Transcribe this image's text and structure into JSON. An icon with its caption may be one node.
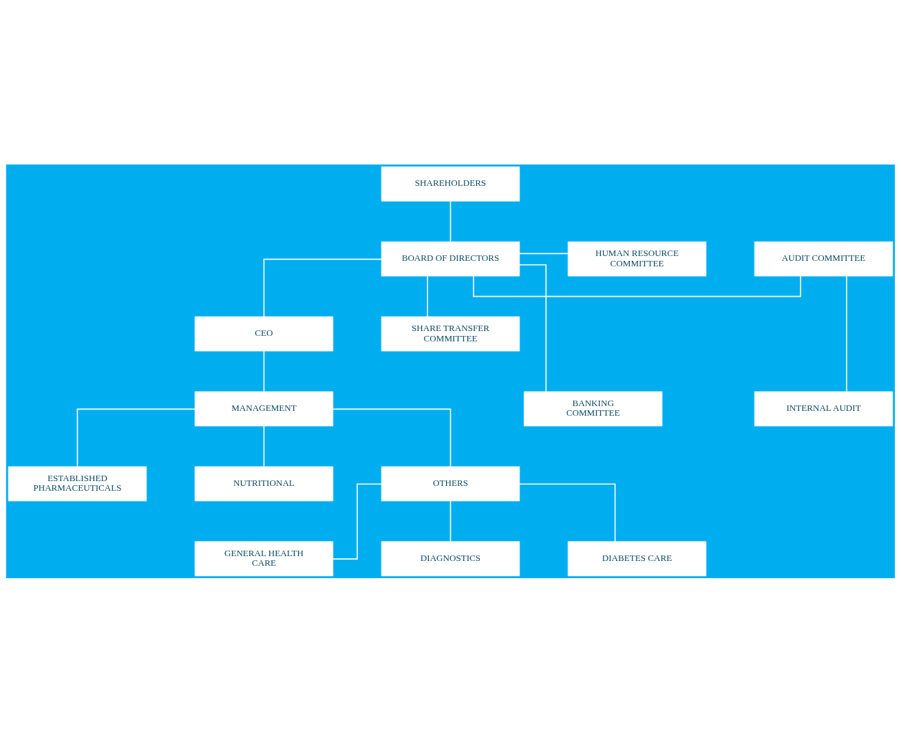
{
  "diagram": {
    "nodes": [
      {
        "text": [
          "SHAREHOLDERS"
        ]
      },
      {
        "text": [
          "AUDIT COMMITTEE"
        ]
      },
      {
        "text": [
          "BOARD OF DIRECTORS"
        ]
      },
      {
        "text": [
          "HUMAN RESOURCE COMMITTEE"
        ]
      },
      {
        "text": [
          "CEO"
        ]
      },
      {
        "text": [
          "SHARE TRANSFER COMMITTEE"
        ]
      },
      {
        "text": [
          "INTERNAL AUDIT"
        ]
      },
      {
        "text": [
          "MANAGEMENT"
        ]
      },
      {
        "text": [
          "BANKING COMMITTEE"
        ]
      },
      {
        "text": [
          "ESTABLISHED PHARMACEUTICALS"
        ]
      },
      {
        "text": [
          "NUTRITIONAL"
        ]
      },
      {
        "text": [
          "OTHERS"
        ]
      },
      {
        "text": [
          "GENERAL HEALTH CARE"
        ]
      },
      {
        "text": [
          "DIAGNOSTICS"
        ]
      },
      {
        "text": [
          "DIABETES CARE"
        ]
      }
    ],
    "edges": [
      {
        "from": 0,
        "to": 2,
        "arrow": "none"
      },
      {
        "from": 2,
        "to": 1,
        "arrow": "none"
      },
      {
        "from": 2,
        "to": 3,
        "arrow": "none"
      },
      {
        "from": 2,
        "to": 5,
        "arrow": "none"
      },
      {
        "from": 2,
        "to": 8,
        "arrow": "none"
      },
      {
        "from": 1,
        "to": 6,
        "arrow": "none"
      },
      {
        "from": 2,
        "to": 4,
        "arrow": "none"
      },
      {
        "from": 4,
        "to": 7,
        "arrow": "none"
      },
      {
        "from": 7,
        "to": 9,
        "arrow": "none"
      },
      {
        "from": 7,
        "to": 10,
        "arrow": "none"
      },
      {
        "from": 7,
        "to": 11,
        "arrow": "none"
      },
      {
        "from": 11,
        "to": 12,
        "arrow": "none"
      },
      {
        "from": 11,
        "to": 13,
        "arrow": "none"
      },
      {
        "from": 11,
        "to": 14,
        "arrow": "none"
      }
    ]
  }
}
